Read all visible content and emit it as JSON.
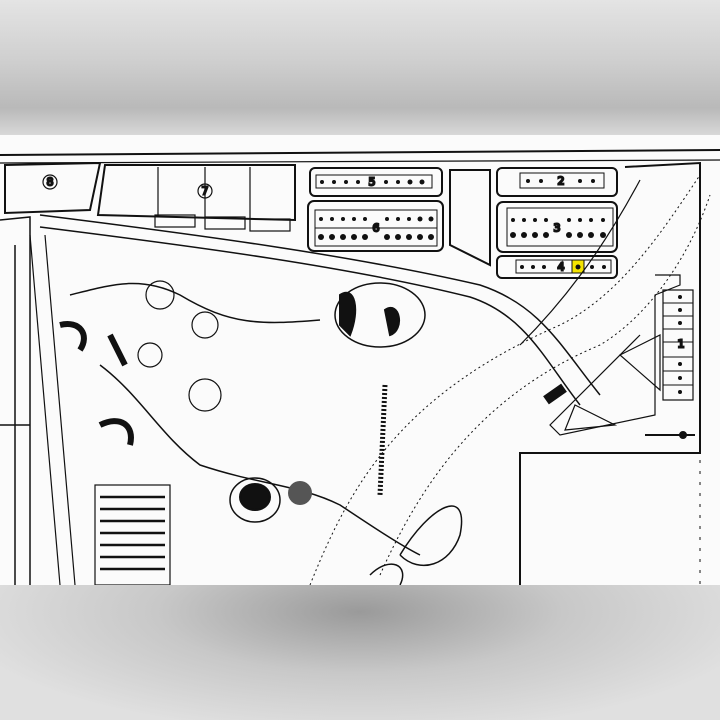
{
  "map": {
    "zone_labels": [
      "1",
      "2",
      "3",
      "4",
      "5",
      "6",
      "7",
      "8"
    ],
    "highlight_color": "#f4e400",
    "line_color": "#111111"
  }
}
